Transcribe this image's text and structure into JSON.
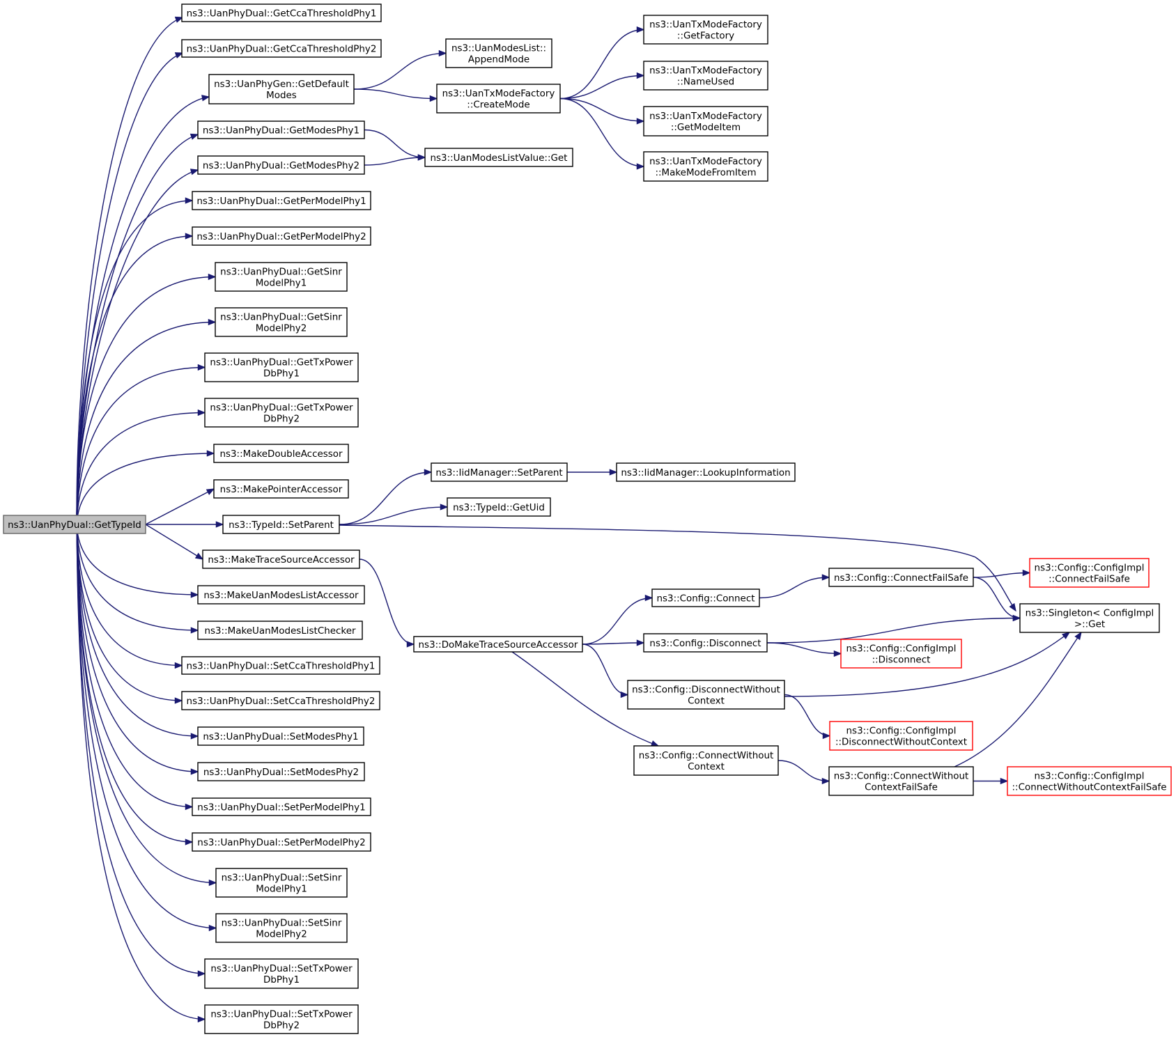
{
  "colors": {
    "edge": "#191970",
    "node_border": "#000000",
    "root_fill": "#bfbfbf",
    "root_border": "#666666",
    "truncated_border": "#ff0000",
    "background": "#ffffff"
  },
  "nodes": [
    {
      "id": "root",
      "lines": [
        "ns3::UanPhyDual::GetTypeId"
      ],
      "kind": "root"
    },
    {
      "id": "gcca1",
      "lines": [
        "ns3::UanPhyDual::GetCcaThresholdPhy1"
      ]
    },
    {
      "id": "gcca2",
      "lines": [
        "ns3::UanPhyDual::GetCcaThresholdPhy2"
      ]
    },
    {
      "id": "gendef",
      "lines": [
        "ns3::UanPhyGen::GetDefault",
        "Modes"
      ]
    },
    {
      "id": "gmodes1",
      "lines": [
        "ns3::UanPhyDual::GetModesPhy1"
      ]
    },
    {
      "id": "gmodes2",
      "lines": [
        "ns3::UanPhyDual::GetModesPhy2"
      ]
    },
    {
      "id": "gper1",
      "lines": [
        "ns3::UanPhyDual::GetPerModelPhy1"
      ]
    },
    {
      "id": "gper2",
      "lines": [
        "ns3::UanPhyDual::GetPerModelPhy2"
      ]
    },
    {
      "id": "gsinr1",
      "lines": [
        "ns3::UanPhyDual::GetSinr",
        "ModelPhy1"
      ]
    },
    {
      "id": "gsinr2",
      "lines": [
        "ns3::UanPhyDual::GetSinr",
        "ModelPhy2"
      ]
    },
    {
      "id": "gtx1",
      "lines": [
        "ns3::UanPhyDual::GetTxPower",
        "DbPhy1"
      ]
    },
    {
      "id": "gtx2",
      "lines": [
        "ns3::UanPhyDual::GetTxPower",
        "DbPhy2"
      ]
    },
    {
      "id": "mkdouble",
      "lines": [
        "ns3::MakeDoubleAccessor"
      ]
    },
    {
      "id": "mkptr",
      "lines": [
        "ns3::MakePointerAccessor"
      ]
    },
    {
      "id": "tsetparent",
      "lines": [
        "ns3::TypeId::SetParent"
      ]
    },
    {
      "id": "mktrace",
      "lines": [
        "ns3::MakeTraceSourceAccessor"
      ]
    },
    {
      "id": "mkuanacc",
      "lines": [
        "ns3::MakeUanModesListAccessor"
      ]
    },
    {
      "id": "mkuanchk",
      "lines": [
        "ns3::MakeUanModesListChecker"
      ]
    },
    {
      "id": "scca1",
      "lines": [
        "ns3::UanPhyDual::SetCcaThresholdPhy1"
      ]
    },
    {
      "id": "scca2",
      "lines": [
        "ns3::UanPhyDual::SetCcaThresholdPhy2"
      ]
    },
    {
      "id": "smodes1",
      "lines": [
        "ns3::UanPhyDual::SetModesPhy1"
      ]
    },
    {
      "id": "smodes2",
      "lines": [
        "ns3::UanPhyDual::SetModesPhy2"
      ]
    },
    {
      "id": "sper1",
      "lines": [
        "ns3::UanPhyDual::SetPerModelPhy1"
      ]
    },
    {
      "id": "sper2",
      "lines": [
        "ns3::UanPhyDual::SetPerModelPhy2"
      ]
    },
    {
      "id": "ssinr1",
      "lines": [
        "ns3::UanPhyDual::SetSinr",
        "ModelPhy1"
      ]
    },
    {
      "id": "ssinr2",
      "lines": [
        "ns3::UanPhyDual::SetSinr",
        "ModelPhy2"
      ]
    },
    {
      "id": "stx1",
      "lines": [
        "ns3::UanPhyDual::SetTxPower",
        "DbPhy1"
      ]
    },
    {
      "id": "stx2",
      "lines": [
        "ns3::UanPhyDual::SetTxPower",
        "DbPhy2"
      ]
    },
    {
      "id": "appendmode",
      "lines": [
        "ns3::UanModesList::",
        "AppendMode"
      ]
    },
    {
      "id": "createmode",
      "lines": [
        "ns3::UanTxModeFactory",
        "::CreateMode"
      ]
    },
    {
      "id": "mlvget",
      "lines": [
        "ns3::UanModesListValue::Get"
      ]
    },
    {
      "id": "getfactory",
      "lines": [
        "ns3::UanTxModeFactory",
        "::GetFactory"
      ]
    },
    {
      "id": "nameused",
      "lines": [
        "ns3::UanTxModeFactory",
        "::NameUsed"
      ]
    },
    {
      "id": "getmodeitem",
      "lines": [
        "ns3::UanTxModeFactory",
        "::GetModeItem"
      ]
    },
    {
      "id": "makemode",
      "lines": [
        "ns3::UanTxModeFactory",
        "::MakeModeFromItem"
      ]
    },
    {
      "id": "iidsetparent",
      "lines": [
        "ns3::IidManager::SetParent"
      ]
    },
    {
      "id": "iidlookup",
      "lines": [
        "ns3::IidManager::LookupInformation"
      ]
    },
    {
      "id": "getuid",
      "lines": [
        "ns3::TypeId::GetUid"
      ]
    },
    {
      "id": "domake",
      "lines": [
        "ns3::DoMakeTraceSourceAccessor"
      ]
    },
    {
      "id": "cconnect",
      "lines": [
        "ns3::Config::Connect"
      ]
    },
    {
      "id": "cdisconnect",
      "lines": [
        "ns3::Config::Disconnect"
      ]
    },
    {
      "id": "cdisconnectwc",
      "lines": [
        "ns3::Config::DisconnectWithout",
        "Context"
      ]
    },
    {
      "id": "cconnectwc",
      "lines": [
        "ns3::Config::ConnectWithout",
        "Context"
      ]
    },
    {
      "id": "connectfailsafe",
      "lines": [
        "ns3::Config::ConnectFailSafe"
      ]
    },
    {
      "id": "connectwcfs",
      "lines": [
        "ns3::Config::ConnectWithout",
        "ContextFailSafe"
      ]
    },
    {
      "id": "implconnectfs",
      "lines": [
        "ns3::Config::ConfigImpl",
        "::ConnectFailSafe"
      ],
      "kind": "truncated"
    },
    {
      "id": "singleton",
      "lines": [
        "ns3::Singleton< ConfigImpl",
        " >::Get"
      ]
    },
    {
      "id": "impldisconnect",
      "lines": [
        "ns3::Config::ConfigImpl",
        "::Disconnect"
      ],
      "kind": "truncated"
    },
    {
      "id": "impldisconnectwc",
      "lines": [
        "ns3::Config::ConfigImpl",
        "::DisconnectWithoutContext"
      ],
      "kind": "truncated"
    },
    {
      "id": "implconnectwcfs",
      "lines": [
        "ns3::Config::ConfigImpl",
        "::ConnectWithoutContextFailSafe"
      ],
      "kind": "truncated"
    }
  ],
  "edges": [
    [
      "root",
      "gcca1"
    ],
    [
      "root",
      "gcca2"
    ],
    [
      "root",
      "gendef"
    ],
    [
      "root",
      "gmodes1"
    ],
    [
      "root",
      "gmodes2"
    ],
    [
      "root",
      "gper1"
    ],
    [
      "root",
      "gper2"
    ],
    [
      "root",
      "gsinr1"
    ],
    [
      "root",
      "gsinr2"
    ],
    [
      "root",
      "gtx1"
    ],
    [
      "root",
      "gtx2"
    ],
    [
      "root",
      "mkdouble"
    ],
    [
      "root",
      "mkptr"
    ],
    [
      "root",
      "tsetparent"
    ],
    [
      "root",
      "mktrace"
    ],
    [
      "root",
      "mkuanacc"
    ],
    [
      "root",
      "mkuanchk"
    ],
    [
      "root",
      "scca1"
    ],
    [
      "root",
      "scca2"
    ],
    [
      "root",
      "smodes1"
    ],
    [
      "root",
      "smodes2"
    ],
    [
      "root",
      "sper1"
    ],
    [
      "root",
      "sper2"
    ],
    [
      "root",
      "ssinr1"
    ],
    [
      "root",
      "ssinr2"
    ],
    [
      "root",
      "stx1"
    ],
    [
      "root",
      "stx2"
    ],
    [
      "gendef",
      "appendmode"
    ],
    [
      "gendef",
      "createmode"
    ],
    [
      "gmodes1",
      "mlvget"
    ],
    [
      "gmodes2",
      "mlvget"
    ],
    [
      "createmode",
      "getfactory"
    ],
    [
      "createmode",
      "nameused"
    ],
    [
      "createmode",
      "getmodeitem"
    ],
    [
      "createmode",
      "makemode"
    ],
    [
      "tsetparent",
      "iidsetparent"
    ],
    [
      "tsetparent",
      "getuid"
    ],
    [
      "tsetparent",
      "singleton"
    ],
    [
      "iidsetparent",
      "iidlookup"
    ],
    [
      "mktrace",
      "domake"
    ],
    [
      "domake",
      "cconnect"
    ],
    [
      "domake",
      "cdisconnect"
    ],
    [
      "domake",
      "cdisconnectwc"
    ],
    [
      "domake",
      "cconnectwc"
    ],
    [
      "cconnect",
      "connectfailsafe"
    ],
    [
      "connectfailsafe",
      "implconnectfs"
    ],
    [
      "connectfailsafe",
      "singleton"
    ],
    [
      "cdisconnect",
      "singleton"
    ],
    [
      "cdisconnect",
      "impldisconnect"
    ],
    [
      "cdisconnectwc",
      "singleton"
    ],
    [
      "cdisconnectwc",
      "impldisconnectwc"
    ],
    [
      "cconnectwc",
      "connectwcfs"
    ],
    [
      "connectwcfs",
      "singleton"
    ],
    [
      "connectwcfs",
      "implconnectwcfs"
    ]
  ]
}
